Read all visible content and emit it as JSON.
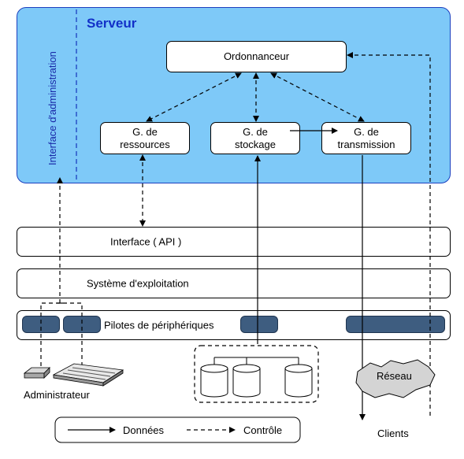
{
  "server": {
    "title": "Serveur",
    "admin_interface": "Interface d'administration",
    "scheduler": "Ordonnanceur",
    "resource_manager": [
      "G. de",
      "ressources"
    ],
    "storage_manager": [
      "G. de",
      "stockage"
    ],
    "transmission_manager": [
      "G. de",
      "transmission"
    ]
  },
  "layers": {
    "api": "Interface ( API )",
    "os": "Système d'exploitation",
    "drivers": "Pilotes de périphériques"
  },
  "labels": {
    "administrator": "Administrateur",
    "network": "Réseau",
    "clients": "Clients"
  },
  "legend": {
    "data": "Données",
    "control": "Contrôle"
  },
  "colors": {
    "server_fill": "#7ec9f8",
    "server_border": "#1b3fbf",
    "title": "#1230c8",
    "driver_fill": "#3e5d80"
  }
}
